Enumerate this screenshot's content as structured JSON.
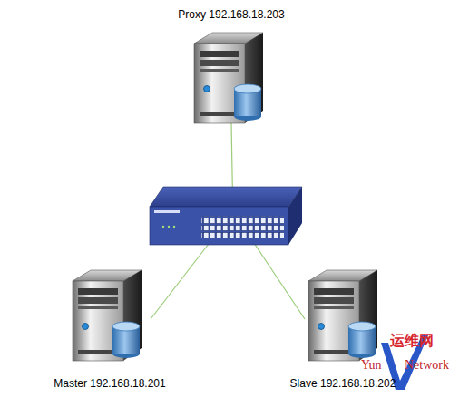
{
  "diagram": {
    "nodes": [
      {
        "text": [
          "Proxy 192.168.18.203"
        ]
      },
      {
        "text": [
          "Master 192.168.18.201"
        ]
      },
      {
        "text": [
          "Slave 192.168.18.202"
        ]
      }
    ],
    "labels": [
      "运维网",
      "Yun",
      "Network"
    ]
  }
}
